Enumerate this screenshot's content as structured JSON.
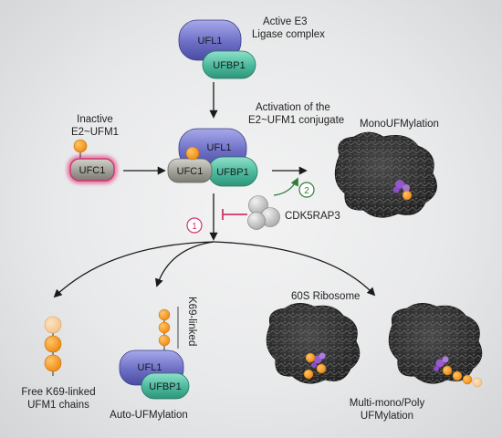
{
  "labels": {
    "active_e3_line1": "Active E3",
    "active_e3_line2": "Ligase complex",
    "activation_line1": "Activation of the",
    "activation_line2": "E2~UFM1 conjugate",
    "inactive_line1": "Inactive",
    "inactive_line2": "E2~UFM1",
    "mono": "MonoUFMylation",
    "cdk5rap3": "CDK5RAP3",
    "step1": "1",
    "step2": "2",
    "ribosome_60s": "60S Ribosome",
    "k69_linked": "K69-linked",
    "free_line1": "Free K69-linked",
    "free_line2": "UFM1 chains",
    "auto": "Auto-UFMylation",
    "multi_line1": "Multi-mono/Poly",
    "multi_line2": "UFMylation"
  },
  "proteins": {
    "ufl1": "UFL1",
    "ufbp1": "UFBP1",
    "ufc1": "UFC1"
  },
  "colors": {
    "ufl1": "#6d6fc6",
    "ufbp1": "#4ab89c",
    "ufc1": "#9c9c94",
    "ufm1": "#f29a1c",
    "inhibit": "#d1336d",
    "green_arrow": "#2f7d3a",
    "ribosome": "#2a2a2a",
    "purple_site": "#9a5ad0"
  }
}
